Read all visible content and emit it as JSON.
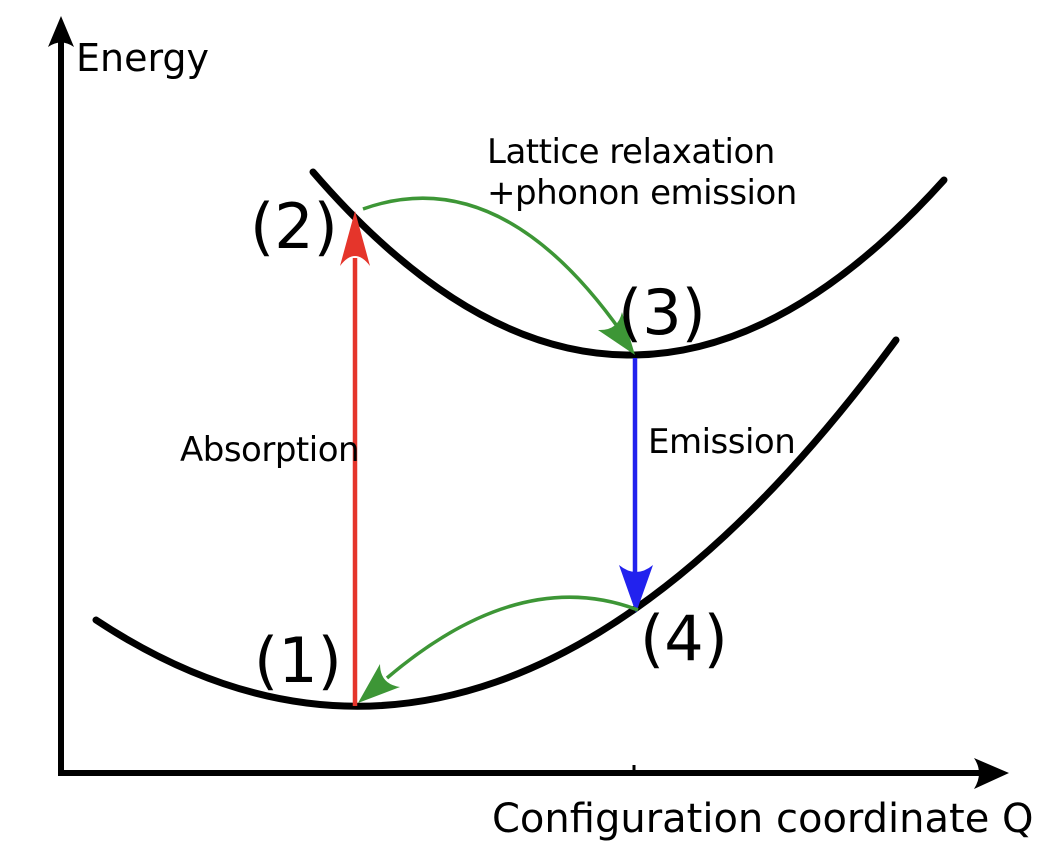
{
  "figure_type": "configuration-coordinate-energy-diagram",
  "axes": {
    "y_label": "Energy",
    "x_label": "Configuration coordinate Q"
  },
  "labels": {
    "energy": "Energy",
    "config_coord": "Configuration coordinate Q",
    "absorption": "Absorption",
    "emission": "Emission",
    "lattice_line1": "Lattice relaxation",
    "lattice_line2": "+phonon emission",
    "p1": "(1)",
    "p2": "(2)",
    "p3": "(3)",
    "p4": "(4)"
  },
  "curves": [
    {
      "name": "ground-state-curve",
      "shape": "parabola",
      "points": [
        "(1)",
        "(4)"
      ]
    },
    {
      "name": "excited-state-curve",
      "shape": "parabola",
      "points": [
        "(2)",
        "(3)"
      ]
    }
  ],
  "transitions": [
    {
      "from": "(1)",
      "to": "(2)",
      "label": "Absorption",
      "color_key": "absorption",
      "direction": "up"
    },
    {
      "from": "(2)",
      "to": "(3)",
      "label": "Lattice relaxation +phonon emission",
      "color_key": "relaxation",
      "direction": "curved-right-down"
    },
    {
      "from": "(3)",
      "to": "(4)",
      "label": "Emission",
      "color_key": "emission",
      "direction": "down"
    },
    {
      "from": "(4)",
      "to": "(1)",
      "label": "",
      "color_key": "relaxation",
      "direction": "curved-left-down"
    }
  ],
  "colors": {
    "absorption": "#e5352b",
    "emission": "#2222ee",
    "relaxation": "#3d9636",
    "curve": "#000000",
    "axis": "#000000",
    "text": "#000000"
  }
}
